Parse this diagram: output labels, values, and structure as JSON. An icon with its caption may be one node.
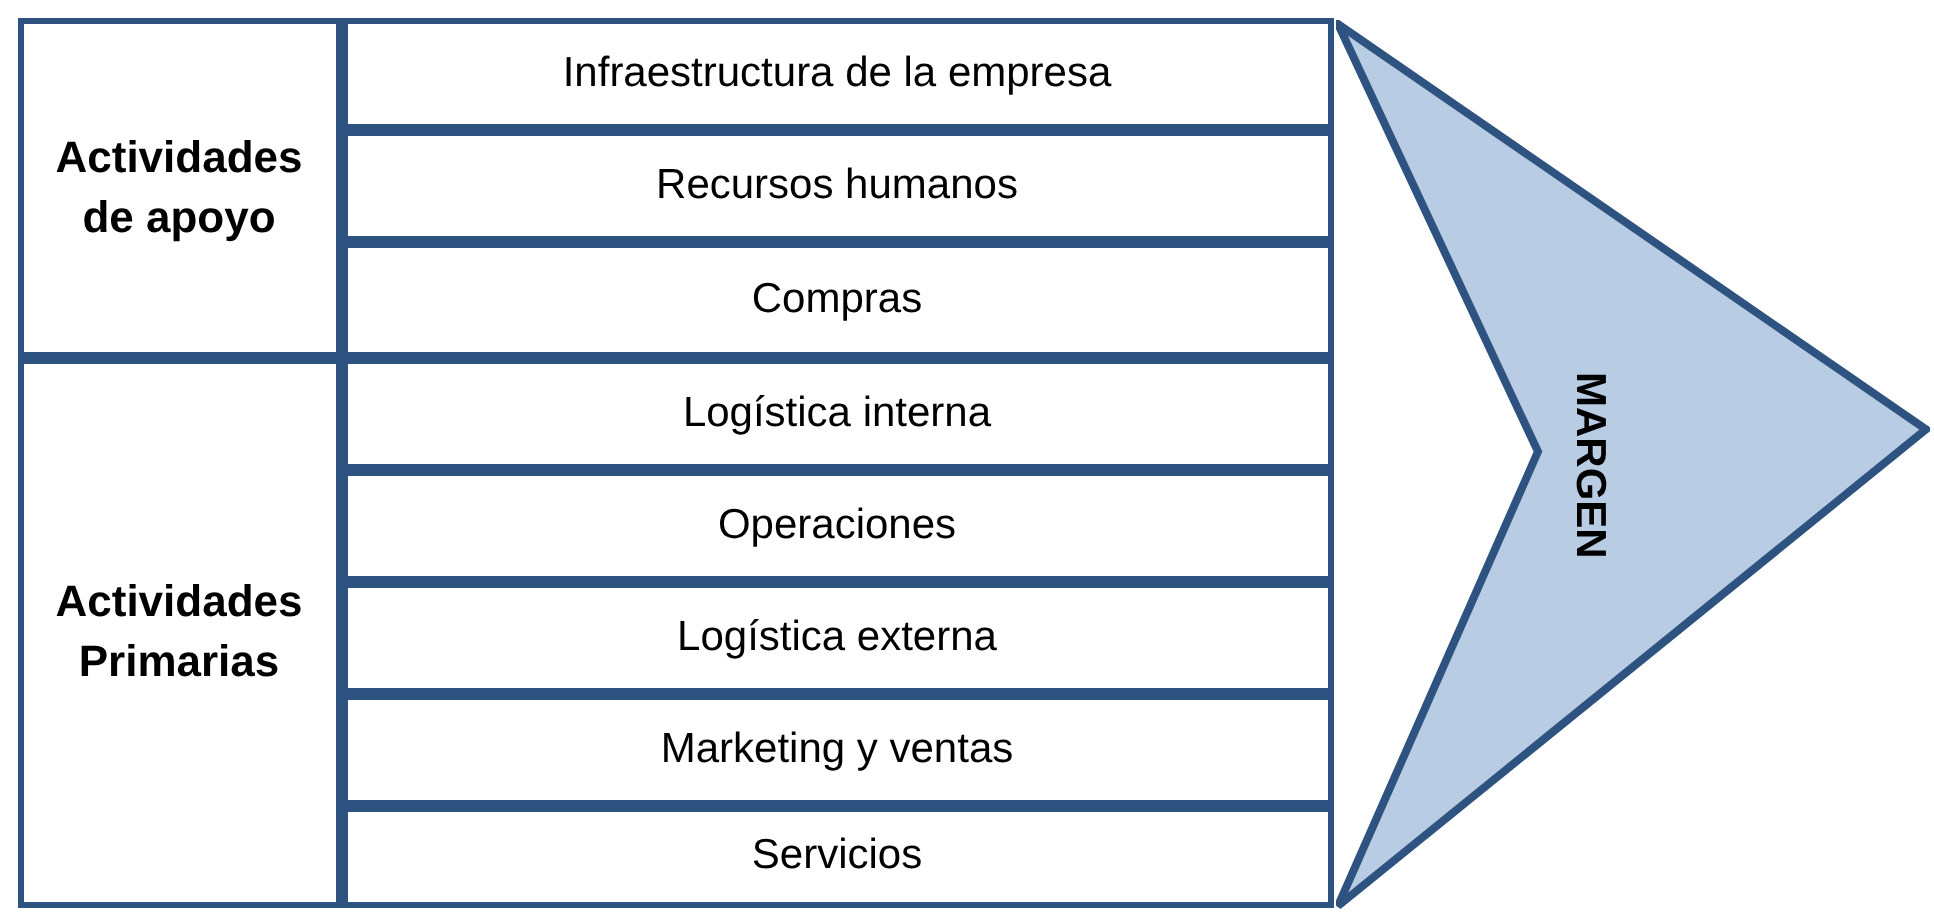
{
  "diagram": {
    "nodes": [
      {
        "text": [
          "Actividades de apoyo"
        ]
      },
      {
        "text": [
          "Actividades Primarias"
        ]
      },
      {
        "text": [
          "Infraestructura de la empresa"
        ]
      },
      {
        "text": [
          "Recursos humanos"
        ]
      },
      {
        "text": [
          "Compras"
        ]
      },
      {
        "text": [
          "Logística interna"
        ]
      },
      {
        "text": [
          "Operaciones"
        ]
      },
      {
        "text": [
          "Logística externa"
        ]
      },
      {
        "text": [
          "Marketing y ventas"
        ]
      },
      {
        "text": [
          "Servicios"
        ]
      },
      {
        "text": [
          "MARGEN"
        ]
      }
    ]
  }
}
